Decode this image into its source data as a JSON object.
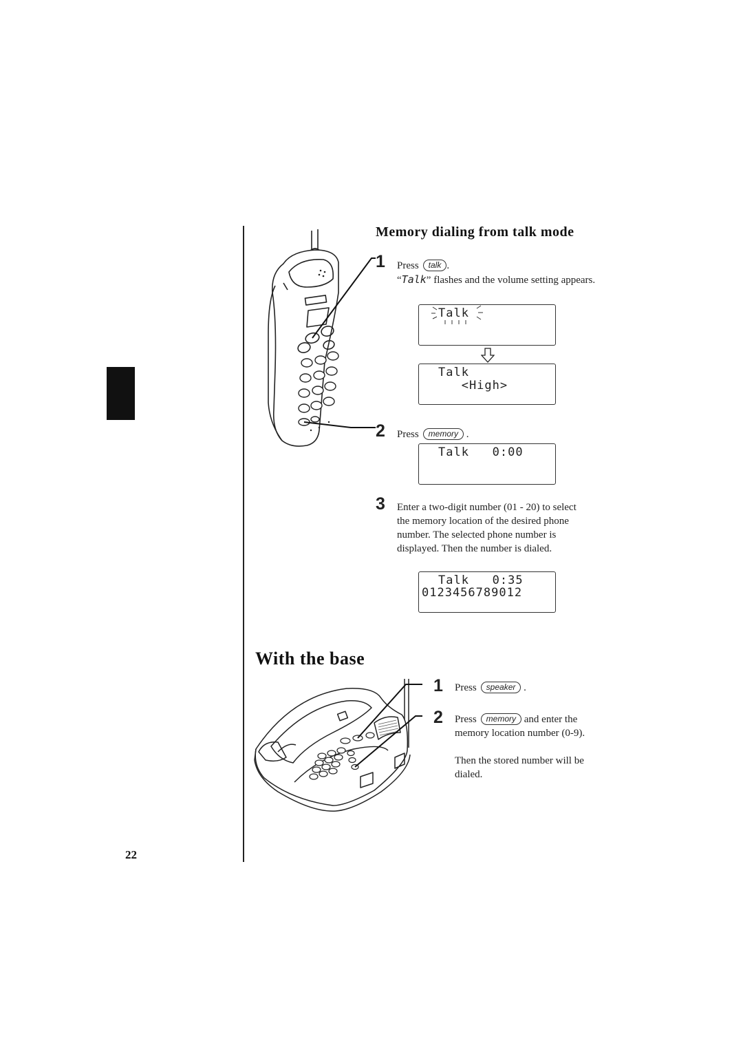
{
  "page": {
    "number": "22"
  },
  "section": {
    "title": "Memory dialing from talk mode",
    "steps": [
      {
        "num": "1",
        "press": "Press",
        "key": "talk",
        "after": ".",
        "note_lcd": "Talk",
        "note_open": "“",
        "note_rest": "” flashes and the volume setting appears."
      },
      {
        "num": "2",
        "press": "Press",
        "key": "memory",
        "after": "."
      },
      {
        "num": "3",
        "text": "Enter a two-digit number (01 - 20) to select the memory location of the desired phone number. The selected phone number is displayed. Then the number is dialed."
      }
    ],
    "displays": [
      {
        "line1": "Talk",
        "line2": ""
      },
      {
        "line1": "Talk",
        "line2": "   <High>"
      },
      {
        "line1": "Talk   0:00",
        "line2": ""
      },
      {
        "line1": "Talk   0:35",
        "line2": "0123456789012"
      }
    ]
  },
  "base": {
    "title": "With the base",
    "steps": [
      {
        "num": "1",
        "press": "Press",
        "key": "speaker",
        "after": "."
      },
      {
        "num": "2",
        "press": "Press",
        "key": "memory",
        "after": "and enter the memory location number (0-9).",
        "extra": "Then the stored number will be dialed."
      }
    ]
  },
  "icons": {
    "handset": "cordless-handset-illustration",
    "base": "base-unit-illustration",
    "arrow": "down-arrow-icon"
  }
}
